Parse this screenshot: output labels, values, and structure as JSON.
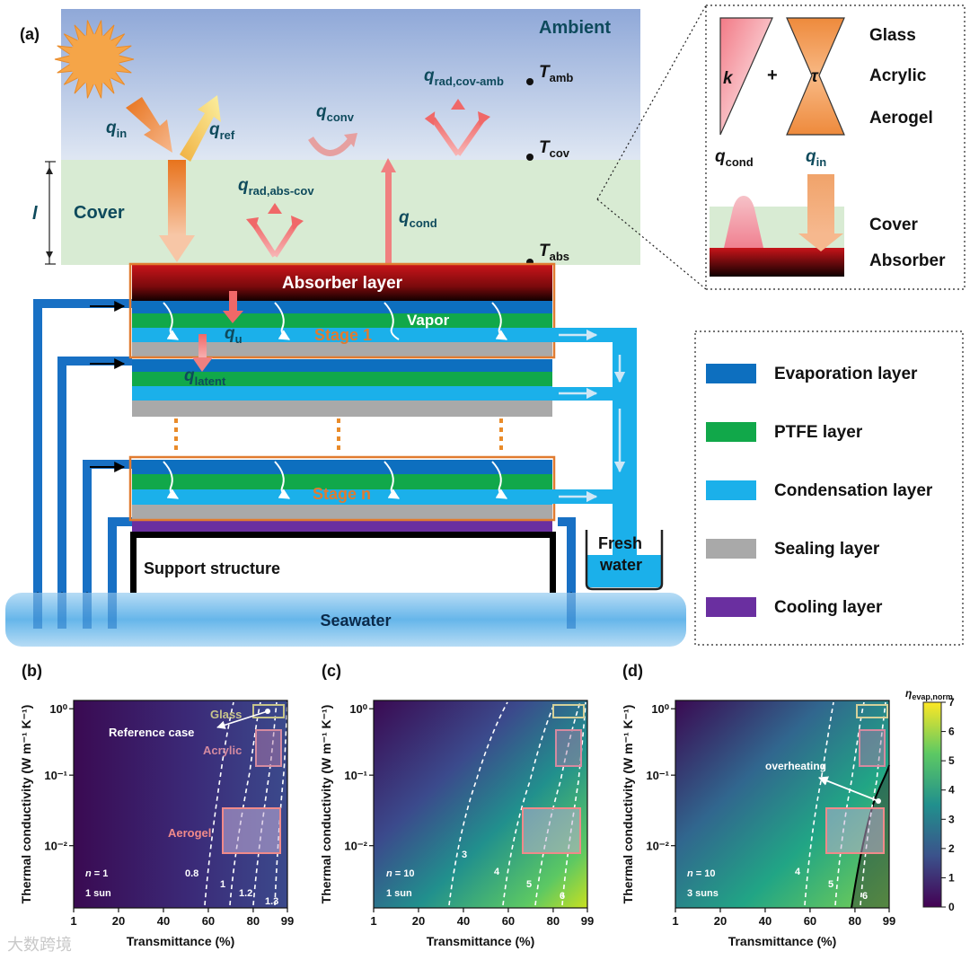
{
  "panel_a": {
    "label": "(a)",
    "ambient": "Ambient",
    "cover": "Cover",
    "l_symbol": "l",
    "q_in": {
      "main": "q",
      "sub": "in"
    },
    "q_ref": {
      "main": "q",
      "sub": "ref"
    },
    "q_conv": {
      "main": "q",
      "sub": "conv"
    },
    "q_rad_cov_amb": {
      "main": "q",
      "sub": "rad,cov-amb"
    },
    "q_rad_abs_cov": {
      "main": "q",
      "sub": "rad,abs-cov"
    },
    "q_cond": {
      "main": "q",
      "sub": "cond"
    },
    "q_u": {
      "main": "q",
      "sub": "u"
    },
    "q_latent": {
      "main": "q",
      "sub": "latent"
    },
    "T_amb": {
      "main": "T",
      "sub": "amb"
    },
    "T_cov": {
      "main": "T",
      "sub": "cov"
    },
    "T_abs": {
      "main": "T",
      "sub": "abs"
    },
    "absorber_layer": "Absorber layer",
    "vapor": "Vapor",
    "stage_1": "Stage 1",
    "stage_n": "Stage n",
    "support": "Support structure",
    "fresh_water_1": "Fresh",
    "fresh_water_2": "water",
    "seawater": "Seawater"
  },
  "inset": {
    "glass": "Glass",
    "acrylic": "Acrylic",
    "aerogel": "Aerogel",
    "k": "k",
    "plus": "+",
    "tau": "τ",
    "q_cond": {
      "main": "q",
      "sub": "cond"
    },
    "q_in": {
      "main": "q",
      "sub": "in"
    },
    "cover": "Cover",
    "absorber": "Absorber"
  },
  "legend": [
    {
      "label": "Evaporation layer",
      "color": "#0d6fbf"
    },
    {
      "label": "PTFE layer",
      "color": "#11a84a"
    },
    {
      "label": "Condensation layer",
      "color": "#1bb0ea"
    },
    {
      "label": "Sealing layer",
      "color": "#a9a9a9"
    },
    {
      "label": "Cooling layer",
      "color": "#6a2fa0"
    }
  ],
  "plots": {
    "ylabel": "Thermal conductivity (W m⁻¹ K⁻¹)",
    "xlabel": "Transmittance (%)",
    "xticks": [
      "1",
      "20",
      "40",
      "60",
      "80",
      "99"
    ],
    "yticks": [
      "10⁰",
      "10⁻¹",
      "10⁻²"
    ],
    "colorbar_title": "η",
    "colorbar_sub": "evap,norm",
    "colorbar_ticks": [
      "0",
      "1",
      "2",
      "3",
      "4",
      "5",
      "6",
      "7"
    ],
    "b": {
      "label": "(b)",
      "n": "n",
      "n_val": " = 1",
      "sun": "1 sun",
      "glass": "Glass",
      "acrylic": "Acrylic",
      "aerogel": "Aerogel",
      "reference": "Reference case",
      "contours": [
        "0.8",
        "1",
        "1.2",
        "1.3"
      ]
    },
    "c": {
      "label": "(c)",
      "n": "n",
      "n_val": " = 10",
      "sun": "1 sun",
      "contours": [
        "3",
        "4",
        "5",
        "6"
      ]
    },
    "d": {
      "label": "(d)",
      "n": "n",
      "n_val": " = 10",
      "sun": "3 suns",
      "overheating": "overheating",
      "contours": [
        "4",
        "5",
        "6"
      ]
    }
  },
  "watermark": "大数跨境"
}
